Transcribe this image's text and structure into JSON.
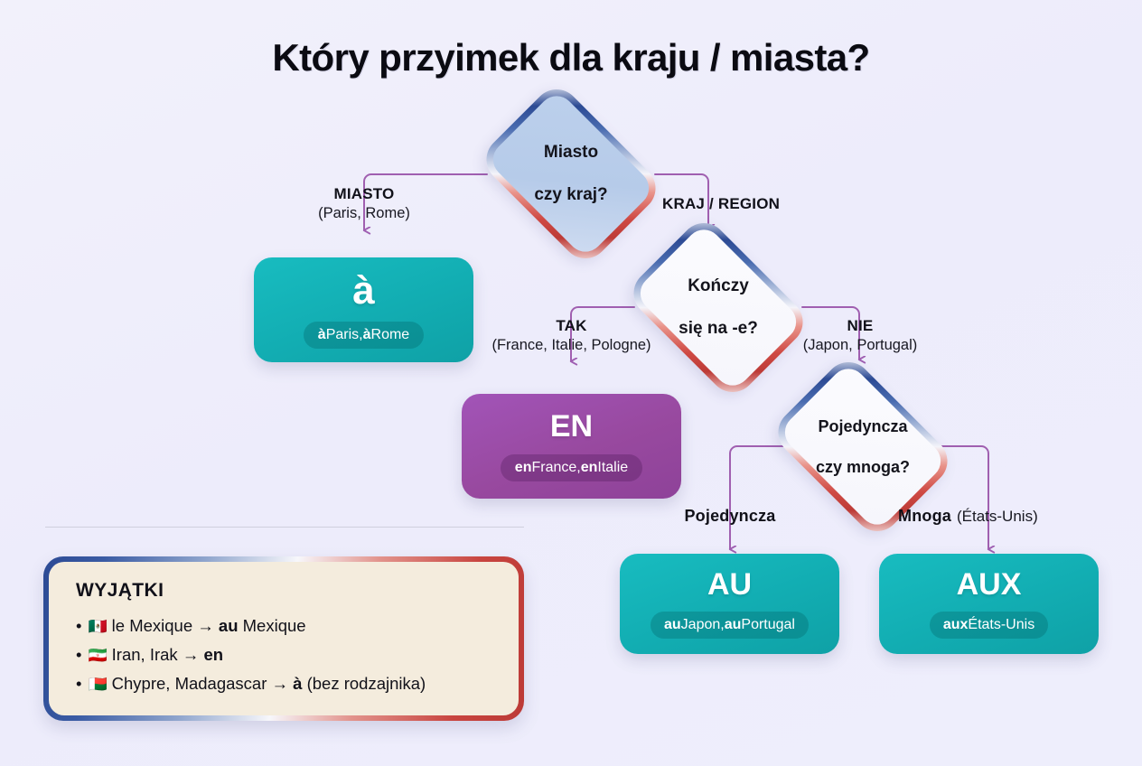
{
  "title": "Który przyimek dla kraju / miasta?",
  "colors": {
    "background": "#eeeefc",
    "teal": "#16b3b8",
    "purple": "#98499f",
    "connector": "#a05fb0",
    "flag_blue": "#2c4a94",
    "flag_red": "#c8443f",
    "exception_bg": "#f4ecdd"
  },
  "nodes": {
    "q1": {
      "line1": "Miasto",
      "line2": "czy kraj?"
    },
    "q2": {
      "line1": "Kończy",
      "line2": "się na -e?"
    },
    "q3": {
      "line1": "Pojedyncza",
      "line2": "czy mnoga?"
    }
  },
  "edges": {
    "miasto": {
      "key": "MIASTO",
      "examples": "(Paris, Rome)"
    },
    "kraj": {
      "key": "KRAJ / REGION",
      "examples": ""
    },
    "tak": {
      "key": "TAK",
      "examples": "(France, Italie, Pologne)"
    },
    "nie": {
      "key": "NIE",
      "examples": "(Japon, Portugal)"
    },
    "pojedyncza": {
      "key": "Pojedyncza",
      "examples": ""
    },
    "mnoga": {
      "key": "Mnoga",
      "examples": "(États-Unis)"
    }
  },
  "results": {
    "a": {
      "preposition": "à",
      "example_bold1": "à",
      "example_rest1": " Paris, ",
      "example_bold2": "à",
      "example_rest2": " Rome",
      "example_full": "à Paris, à Rome"
    },
    "en": {
      "preposition": "EN",
      "example_bold1": "en",
      "example_rest1": " France, ",
      "example_bold2": "en",
      "example_rest2": " Italie",
      "example_full": "en France, en Italie"
    },
    "au": {
      "preposition": "AU",
      "example_bold1": "au",
      "example_rest1": " Japon, ",
      "example_bold2": "au",
      "example_rest2": " Portugal",
      "example_full": "au Japon, au Portugal"
    },
    "aux": {
      "preposition": "AUX",
      "example_bold1": "aux",
      "example_rest1": " États-Unis",
      "example_bold2": "",
      "example_rest2": "",
      "example_full": "aux États-Unis"
    }
  },
  "exceptions": {
    "heading": "WYJĄTKI",
    "items": [
      {
        "bullet": "•",
        "flag": "🇲🇽",
        "before": "le Mexique → ",
        "bold": "au",
        "after": " Mexique"
      },
      {
        "bullet": "•",
        "flag": "🇮🇷",
        "before": "Iran, Irak → ",
        "bold": "en",
        "after": ""
      },
      {
        "bullet": "•",
        "flag": "🇲🇬",
        "before": "Chypre, Madagascar → ",
        "bold": "à",
        "after": " (bez rodzajnika)"
      }
    ]
  }
}
